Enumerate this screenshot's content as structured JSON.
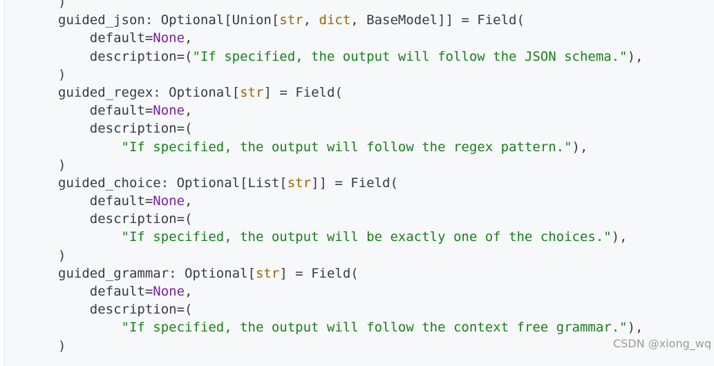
{
  "code": {
    "lines": [
      [
        {
          "t": ")",
          "c": "plain"
        }
      ],
      [
        {
          "t": "guided_json: Optional[Union[",
          "c": "plain"
        },
        {
          "t": "str",
          "c": "builtin"
        },
        {
          "t": ", ",
          "c": "plain"
        },
        {
          "t": "dict",
          "c": "builtin"
        },
        {
          "t": ", BaseModel]] = Field(",
          "c": "plain"
        }
      ],
      [
        {
          "t": "    default=",
          "c": "plain"
        },
        {
          "t": "None",
          "c": "kw"
        },
        {
          "t": ",",
          "c": "plain"
        }
      ],
      [
        {
          "t": "    description=(",
          "c": "plain"
        },
        {
          "t": "\"If specified, the output will follow the JSON schema.\"",
          "c": "str"
        },
        {
          "t": "),",
          "c": "plain"
        }
      ],
      [
        {
          "t": ")",
          "c": "plain"
        }
      ],
      [
        {
          "t": "guided_regex: Optional[",
          "c": "plain"
        },
        {
          "t": "str",
          "c": "builtin"
        },
        {
          "t": "] = Field(",
          "c": "plain"
        }
      ],
      [
        {
          "t": "    default=",
          "c": "plain"
        },
        {
          "t": "None",
          "c": "kw"
        },
        {
          "t": ",",
          "c": "plain"
        }
      ],
      [
        {
          "t": "    description=(",
          "c": "plain"
        }
      ],
      [
        {
          "t": "        ",
          "c": "plain"
        },
        {
          "t": "\"If specified, the output will follow the regex pattern.\"",
          "c": "str"
        },
        {
          "t": "),",
          "c": "plain"
        }
      ],
      [
        {
          "t": ")",
          "c": "plain"
        }
      ],
      [
        {
          "t": "guided_choice: Optional[List[",
          "c": "plain"
        },
        {
          "t": "str",
          "c": "builtin"
        },
        {
          "t": "]] = Field(",
          "c": "plain"
        }
      ],
      [
        {
          "t": "    default=",
          "c": "plain"
        },
        {
          "t": "None",
          "c": "kw"
        },
        {
          "t": ",",
          "c": "plain"
        }
      ],
      [
        {
          "t": "    description=(",
          "c": "plain"
        }
      ],
      [
        {
          "t": "        ",
          "c": "plain"
        },
        {
          "t": "\"If specified, the output will be exactly one of the choices.\"",
          "c": "str"
        },
        {
          "t": "),",
          "c": "plain"
        }
      ],
      [
        {
          "t": ")",
          "c": "plain"
        }
      ],
      [
        {
          "t": "guided_grammar: Optional[",
          "c": "plain"
        },
        {
          "t": "str",
          "c": "builtin"
        },
        {
          "t": "] = Field(",
          "c": "plain"
        }
      ],
      [
        {
          "t": "    default=",
          "c": "plain"
        },
        {
          "t": "None",
          "c": "kw"
        },
        {
          "t": ",",
          "c": "plain"
        }
      ],
      [
        {
          "t": "    description=(",
          "c": "plain"
        }
      ],
      [
        {
          "t": "        ",
          "c": "plain"
        },
        {
          "t": "\"If specified, the output will follow the context free grammar.\"",
          "c": "str"
        },
        {
          "t": "),",
          "c": "plain"
        }
      ],
      [
        {
          "t": ")",
          "c": "plain"
        }
      ]
    ]
  },
  "watermark": "CSDN @xiong_wq",
  "colors": {
    "background": "#f6f8fa",
    "plain": "#383a42",
    "builtin": "#986801",
    "keyword": "#7b1fa2",
    "string": "#1a7f1a"
  }
}
